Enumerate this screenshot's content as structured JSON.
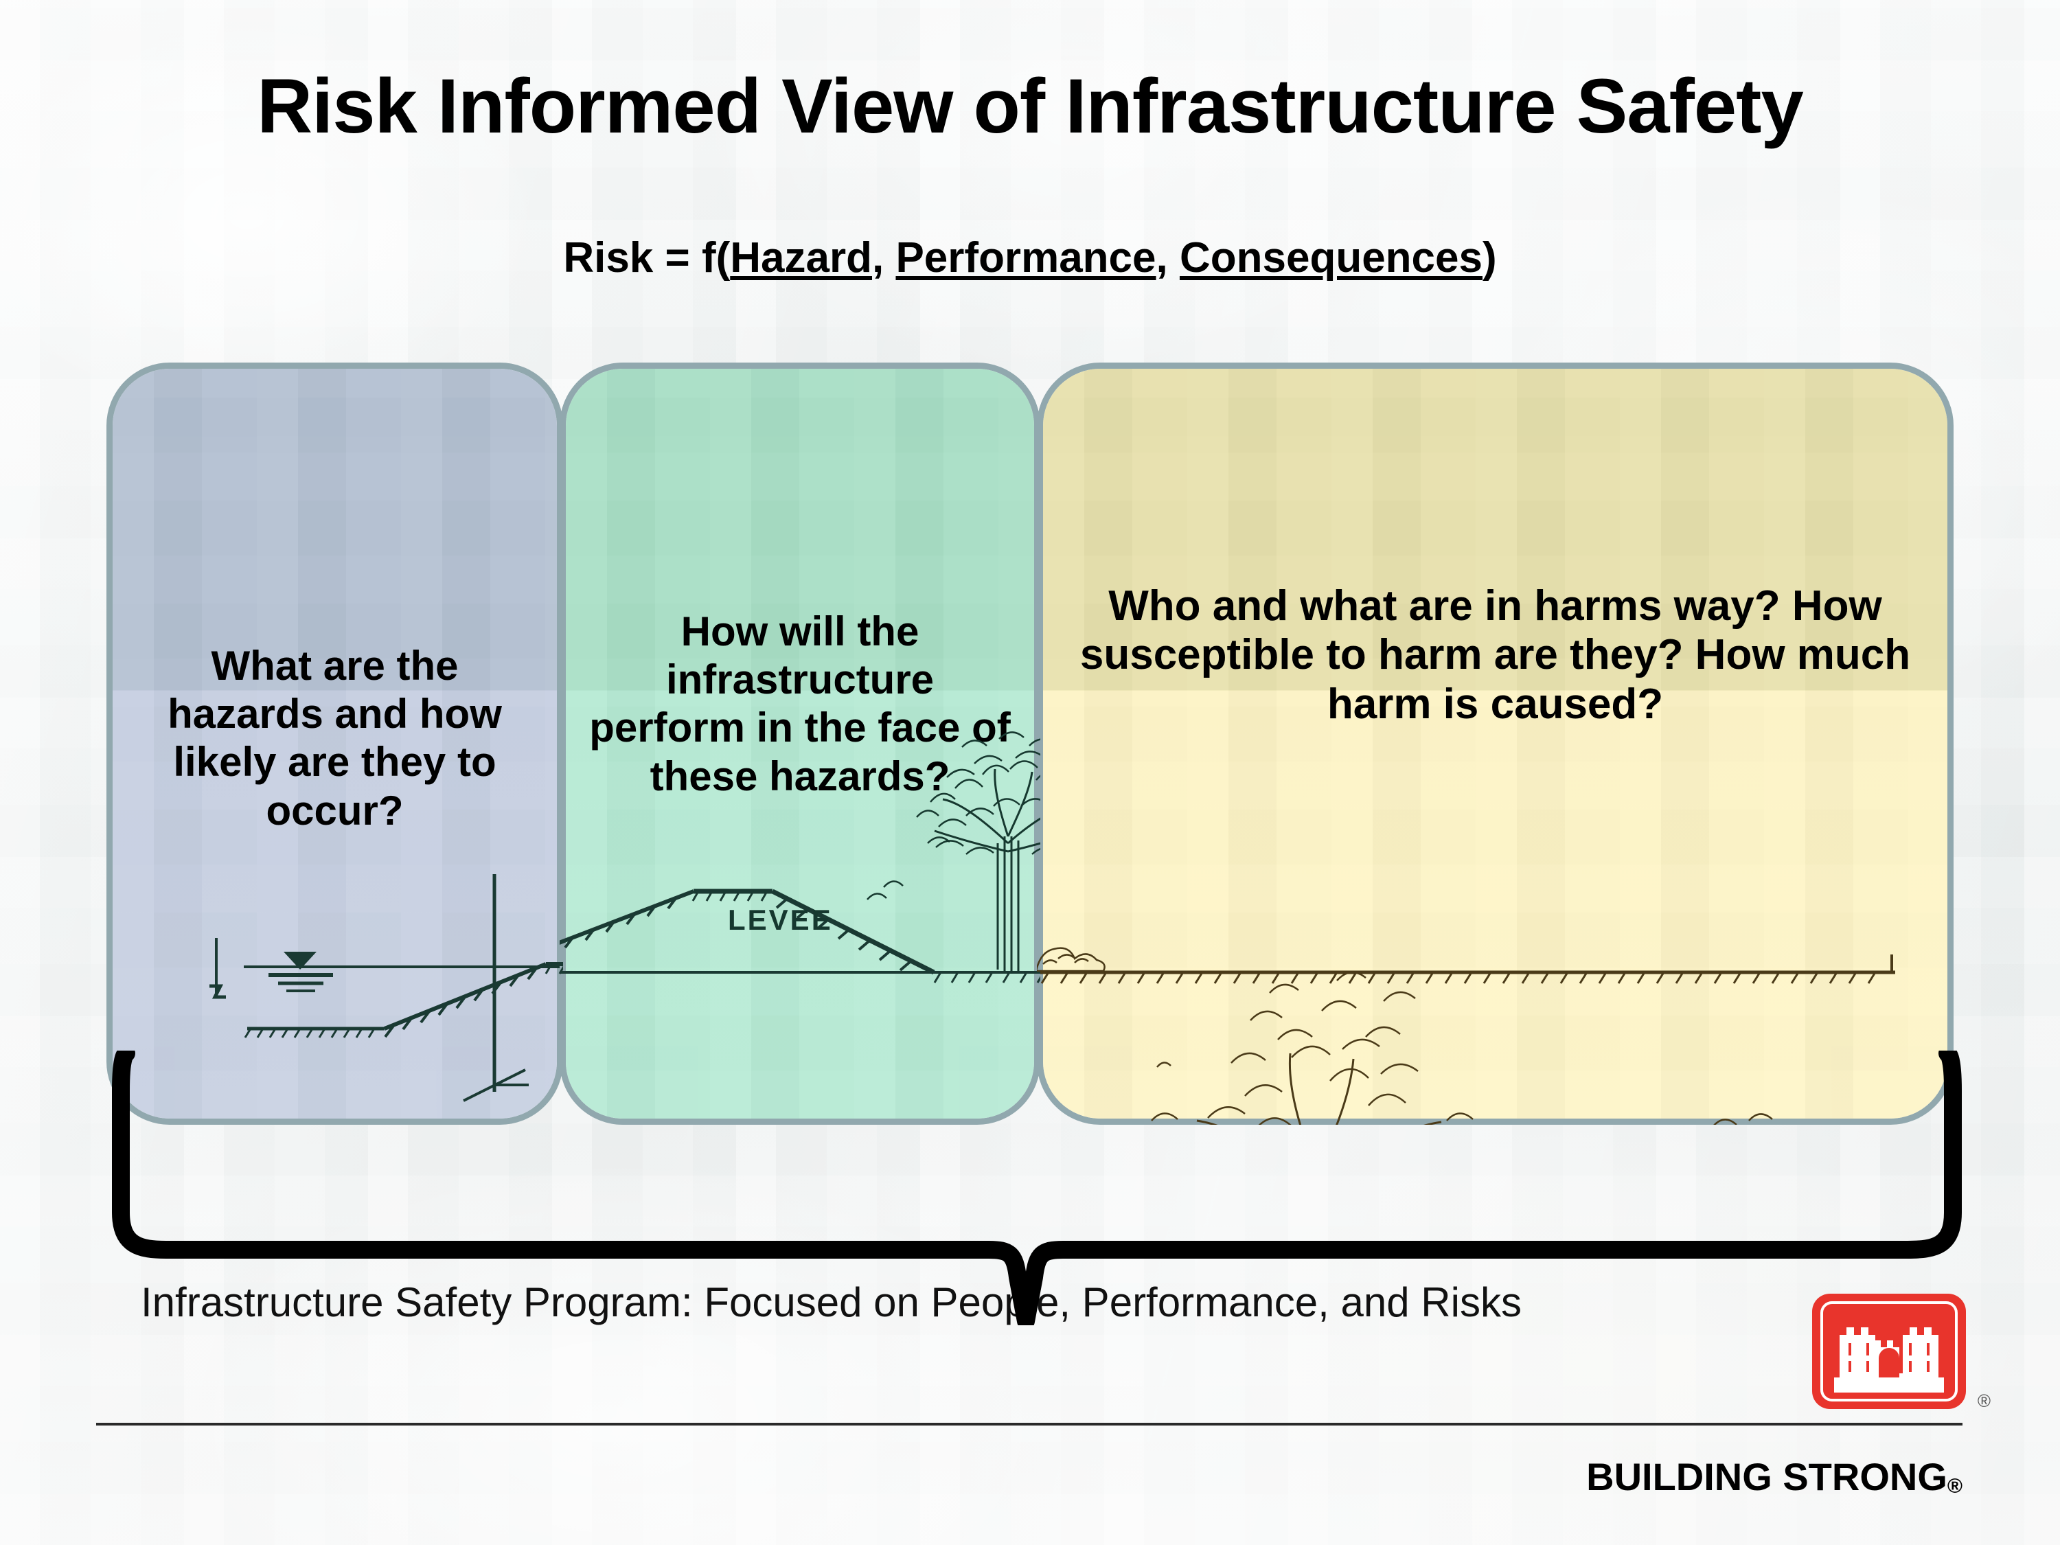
{
  "slide": {
    "title": "Risk Informed View of Infrastructure Safety",
    "subtitle": {
      "prefix": "Risk = f(",
      "term1": "Hazard",
      "sep1": ", ",
      "term2": "Performance",
      "sep2": ", ",
      "term3": "Consequences",
      "suffix": ")"
    }
  },
  "panels": [
    {
      "id": "hazard",
      "text": "What are the hazards and how likely are they to occur?",
      "fill_top": "#b1bed0",
      "fill_bottom": "#c6cfe1",
      "border": "#91a8ae"
    },
    {
      "id": "performance",
      "text": "How will the infrastructure perform in the face of these hazards?",
      "fill_top": "#a5ddc3",
      "fill_bottom": "#b4e9d3",
      "border": "#91a8ae",
      "scene_label": "LEVEE"
    },
    {
      "id": "consequences",
      "text": "Who and what are in harms way? How susceptible to harm are they? How much harm is caused?",
      "fill_top": "#e6dfa9",
      "fill_bottom": "#fdf4c6",
      "border": "#91a8ae"
    }
  ],
  "footer": {
    "caption": "Infrastructure Safety Program: Focused on People, Performance, and Risks",
    "tagline": "BUILDING STRONG",
    "tagline_mark": "®",
    "logo_mark": "®",
    "logo_color": "#e8342c",
    "logo_name": "usace-castle-logo"
  }
}
